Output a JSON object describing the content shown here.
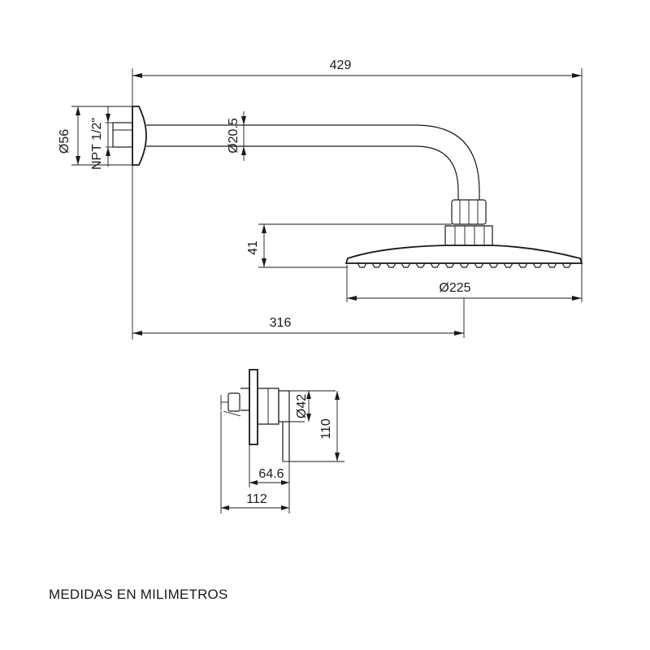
{
  "dimensions": {
    "overall_width": "429",
    "flange_diameter": "Ø56",
    "thread": "NPT 1/2\"",
    "arm_diameter": "Ø20.5",
    "head_height": "41",
    "head_diameter": "Ø225",
    "wall_to_center": "316",
    "valve_diameter": "Ø42",
    "valve_height": "110",
    "valve_depth": "64.6",
    "valve_total": "112"
  },
  "note": "MEDIDAS EN MILIMETROS"
}
